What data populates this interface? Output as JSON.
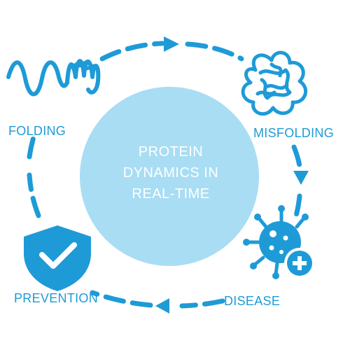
{
  "colors": {
    "primary": "#1E9BD7",
    "center_fill": "#A9DDF3",
    "center_text": "#FFFFFF",
    "background": "#FFFFFF"
  },
  "center": {
    "line1": "PROTEIN",
    "line2": "DYNAMICS IN",
    "line3": "REAL-TIME"
  },
  "stages": {
    "folding": {
      "label": "FOLDING",
      "icon": "unfolded-protein-chain-icon"
    },
    "misfolding": {
      "label": "MISFOLDING",
      "icon": "tangled-protein-icon"
    },
    "disease": {
      "label": "DISEASE",
      "icon": "virus-plus-icon"
    },
    "prevention": {
      "label": "PREVENTION",
      "icon": "shield-check-icon"
    }
  },
  "cycle": {
    "direction": "clockwise",
    "arrows": [
      "top-right",
      "right",
      "bottom"
    ]
  }
}
